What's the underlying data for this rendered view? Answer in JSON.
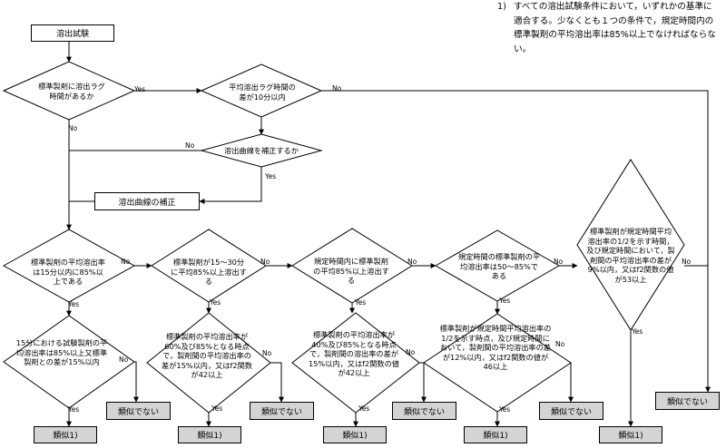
{
  "note": {
    "number": "1)",
    "text": "すべての溶出試験条件において，いずれかの基準に適合する。少なくとも１つの条件で，規定時間内の標準製剤の平均溶出率は85%以上でなければならない。"
  },
  "start_box": "溶出試験",
  "correction_box": "溶出曲線の補正",
  "decisions": {
    "lag": "標準製剤に溶出ラグ時間があるか",
    "lag_diff": "平均溶出ラグ時間の差が10分以内",
    "correct": "溶出曲線を補正するか",
    "d1": "標準製剤の平均溶出率は15分以内に85%以上である",
    "d2": "標準製剤が15～30分に平均85%以上溶出する",
    "d3": "規定時間内に標準製剤の平均85%以上溶出する",
    "d4": "規定時間の標準製剤の平均溶出率は50～85%である",
    "d5": "標準製剤が規定時間平均溶出率の1/2を示す時間，及び規定時間において，製剤間の平均溶出率の差が9%以内，又はf2関数の値が53以上",
    "c1": "15分における試験製剤の平均溶出率は85%以上又標準製剤との差が15%以内",
    "c2": "標準製剤の平均溶出率が60%及び85%となる時点で，製剤間の平均溶出率の差が15%以内，又はf2関数が42以上",
    "c3": "標準製剤の平均溶出率が40%及び85%となる時点で，製剤間の溶出率の差が15%以内，又はf2関数の値が42以上",
    "c4": "標準製剤が規定時間平均溶出率の1/2を示す時点，及び規定時間において，製剤間の平均溶出率の差が12%以内，又はf2関数の値が46以上"
  },
  "labels": {
    "yes": "Yes",
    "no": "No"
  },
  "results": {
    "similar": "類似1)",
    "not_similar": "類似でない"
  }
}
